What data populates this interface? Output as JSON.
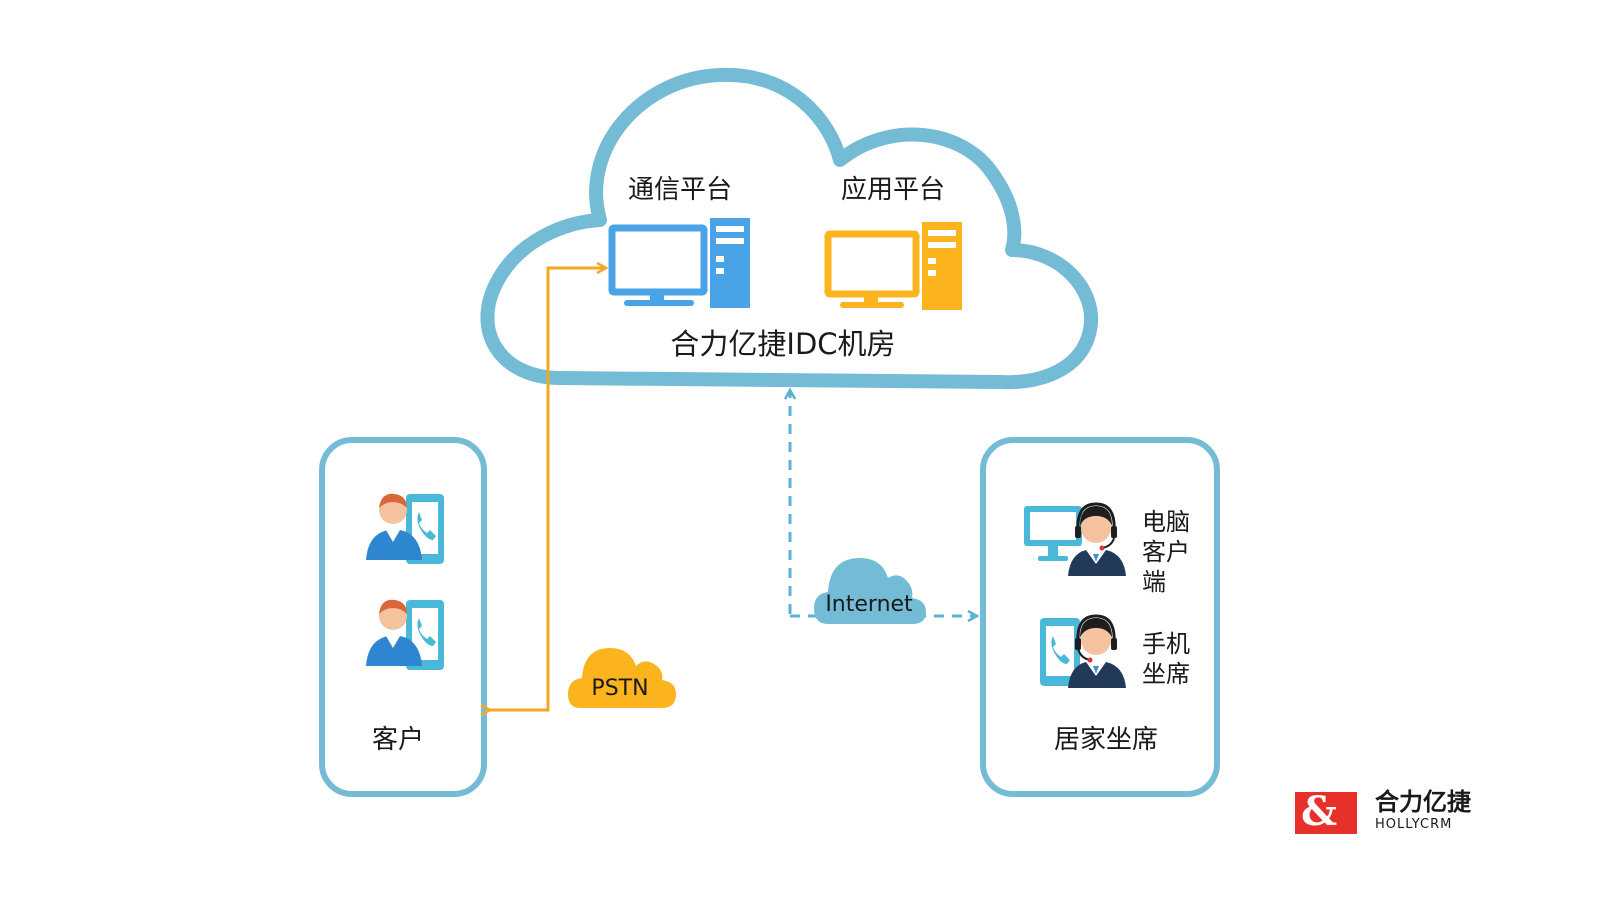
{
  "cloud": {
    "comm_platform_label": "通信平台",
    "app_platform_label": "应用平台",
    "idc_label": "合力亿捷IDC机房"
  },
  "customer_panel": {
    "label": "客户"
  },
  "home_agent_panel": {
    "label": "居家坐席",
    "pc_client_label_line1": "电脑",
    "pc_client_label_line2": "客户",
    "pc_client_label_line3": "端",
    "mobile_seat_label_line1": "手机",
    "mobile_seat_label_line2": "坐席"
  },
  "pstn_cloud": {
    "label": "PSTN"
  },
  "internet_cloud": {
    "label": "Internet"
  },
  "logo": {
    "mark": "&",
    "name_cn": "合力亿捷",
    "name_en": "HOLLYCRM"
  },
  "colors": {
    "cloud_border": "#74bcd6",
    "comm_computer": "#4aa3e6",
    "app_computer": "#fbb41e",
    "pstn_line": "#f5a623",
    "internet_line": "#5bb2d2",
    "panel_border": "#74bcd6",
    "logo_red": "#e8302a"
  }
}
